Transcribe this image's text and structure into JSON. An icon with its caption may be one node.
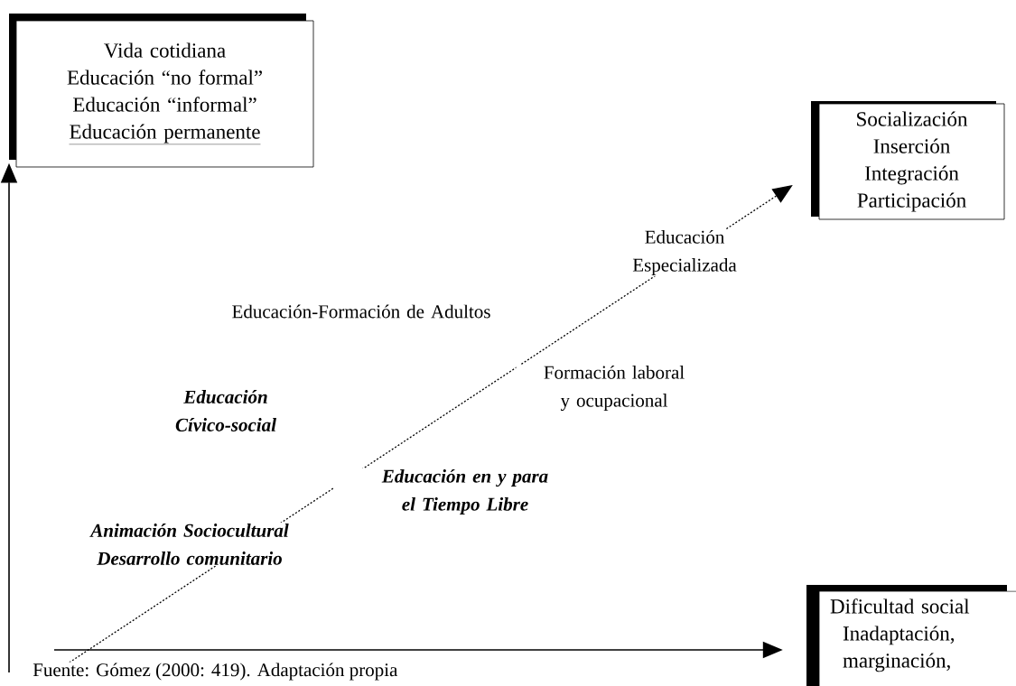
{
  "diagram": {
    "caption": "Fuente: Gómez (2000: 419). Adaptación propia",
    "nodes": [
      {
        "text": [
          "Vida cotidiana",
          "Educación “no formal”",
          "Educación “informal”",
          "Educación  permanente"
        ]
      },
      {
        "text": [
          "Socialización",
          "Inserción",
          "Integración",
          "Participación"
        ]
      },
      {
        "text": [
          "Dificultad social",
          "Inadaptación, marginación,"
        ]
      }
    ],
    "edges": [
      {
        "from": null,
        "to": 0,
        "arrow": "to"
      },
      {
        "from": null,
        "to": 2,
        "arrow": "to"
      },
      {
        "from": null,
        "to": 1,
        "arrow": "to",
        "style": "dashed"
      }
    ],
    "labels": [
      "Educación Especializada",
      "Educación-Formación de Adultos",
      "Formación laboral y ocupacional",
      "Educación Cívico-social",
      "Educación en y para el Tiempo Libre",
      "Animación Sociocultural Desarrollo comunitario"
    ]
  }
}
